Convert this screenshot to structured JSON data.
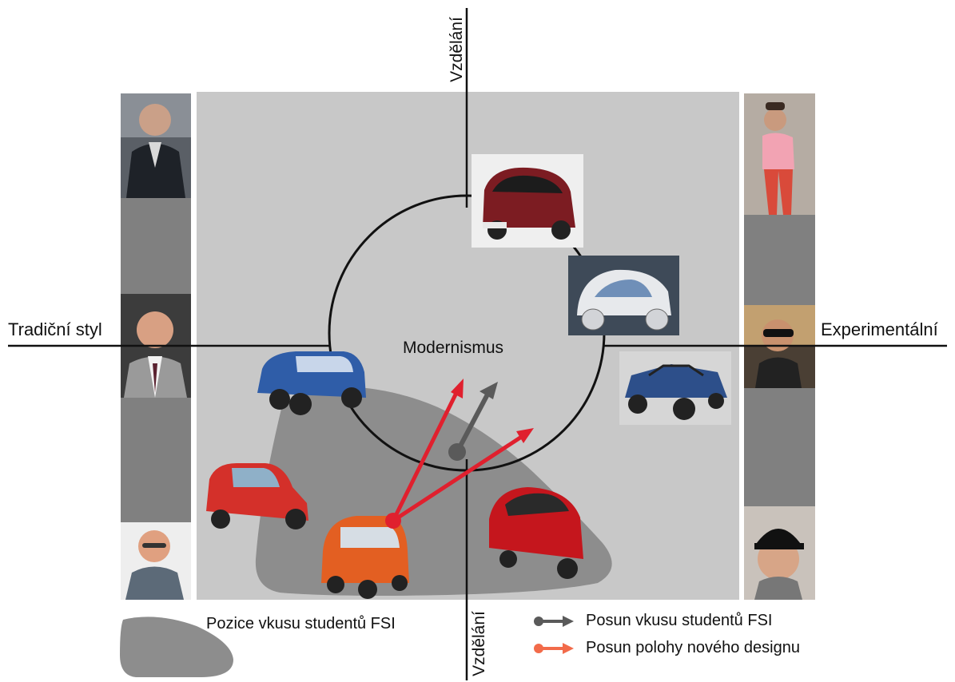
{
  "axes": {
    "left": "Tradiční styl",
    "right": "Experimentální",
    "top": "Vzdělání",
    "bottom": "Vzdělání"
  },
  "center_label": "Modernismus",
  "legend": {
    "zone": "Pozice vkusu studentů FSI",
    "gray_arrow": "Posun vkusu studentů FSI",
    "red_arrow": "Posun polohy nového designu"
  },
  "colors": {
    "panel": "#c8c8c8",
    "side_column": "#808080",
    "zone": "#8d8d8d",
    "gray_arrow": "#5a5a5a",
    "red_arrow": "#e0202e",
    "legend_red_arrow": "#f26b4a"
  }
}
